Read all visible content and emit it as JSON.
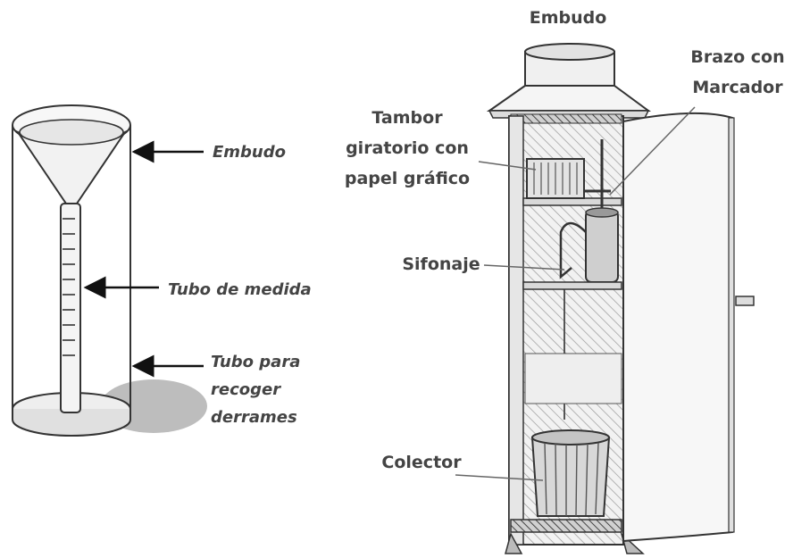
{
  "left_gauge": {
    "labels": {
      "funnel": "Embudo",
      "measuring_tube": "Tubo de medida",
      "overflow_tube_line1": "Tubo para",
      "overflow_tube_line2": "recoger",
      "overflow_tube_line3": "derrames"
    }
  },
  "right_gauge": {
    "labels": {
      "funnel": "Embudo",
      "marker_arm_line1": "Brazo con",
      "marker_arm_line2": "Marcador",
      "drum_line1": "Tambor",
      "drum_line2": "giratorio con",
      "drum_line3": "papel gráfico",
      "siphon": "Sifonaje",
      "collector": "Colector"
    }
  },
  "colors": {
    "label_text": "#444444",
    "outline": "#333333",
    "hatch_fill": "#e8e8e8",
    "shadow": "#bdbdbd"
  }
}
